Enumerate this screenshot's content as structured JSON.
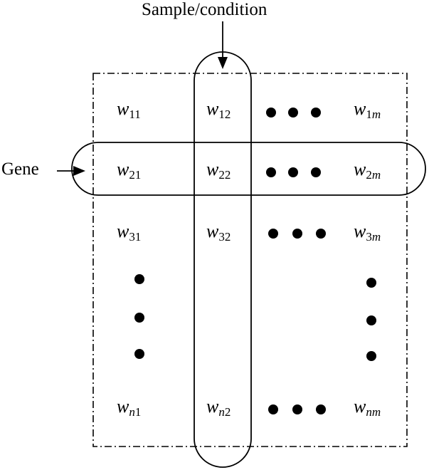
{
  "labels": {
    "sample": "Sample/condition",
    "gene": "Gene"
  },
  "matrix": {
    "letter": "w",
    "cells": [
      {
        "id": "w11",
        "sub": "11",
        "italic_prefix": ""
      },
      {
        "id": "w12",
        "sub": "12",
        "italic_prefix": ""
      },
      {
        "id": "w1m",
        "sub": "1",
        "italic_suffix": "m"
      },
      {
        "id": "w21",
        "sub": "21",
        "italic_prefix": ""
      },
      {
        "id": "w22",
        "sub": "22",
        "italic_prefix": ""
      },
      {
        "id": "w2m",
        "sub": "2",
        "italic_suffix": "m"
      },
      {
        "id": "w31",
        "sub": "31",
        "italic_prefix": ""
      },
      {
        "id": "w32",
        "sub": "32",
        "italic_prefix": ""
      },
      {
        "id": "w3m",
        "sub": "3",
        "italic_suffix": "m"
      },
      {
        "id": "wn1",
        "sub": "1",
        "italic_prefix": "n"
      },
      {
        "id": "wn2",
        "sub": "2",
        "italic_prefix": "n"
      },
      {
        "id": "wnm",
        "sub": "",
        "italic_prefix": "nm"
      }
    ]
  },
  "colors": {
    "ink": "#000000",
    "background": "#ffffff"
  }
}
